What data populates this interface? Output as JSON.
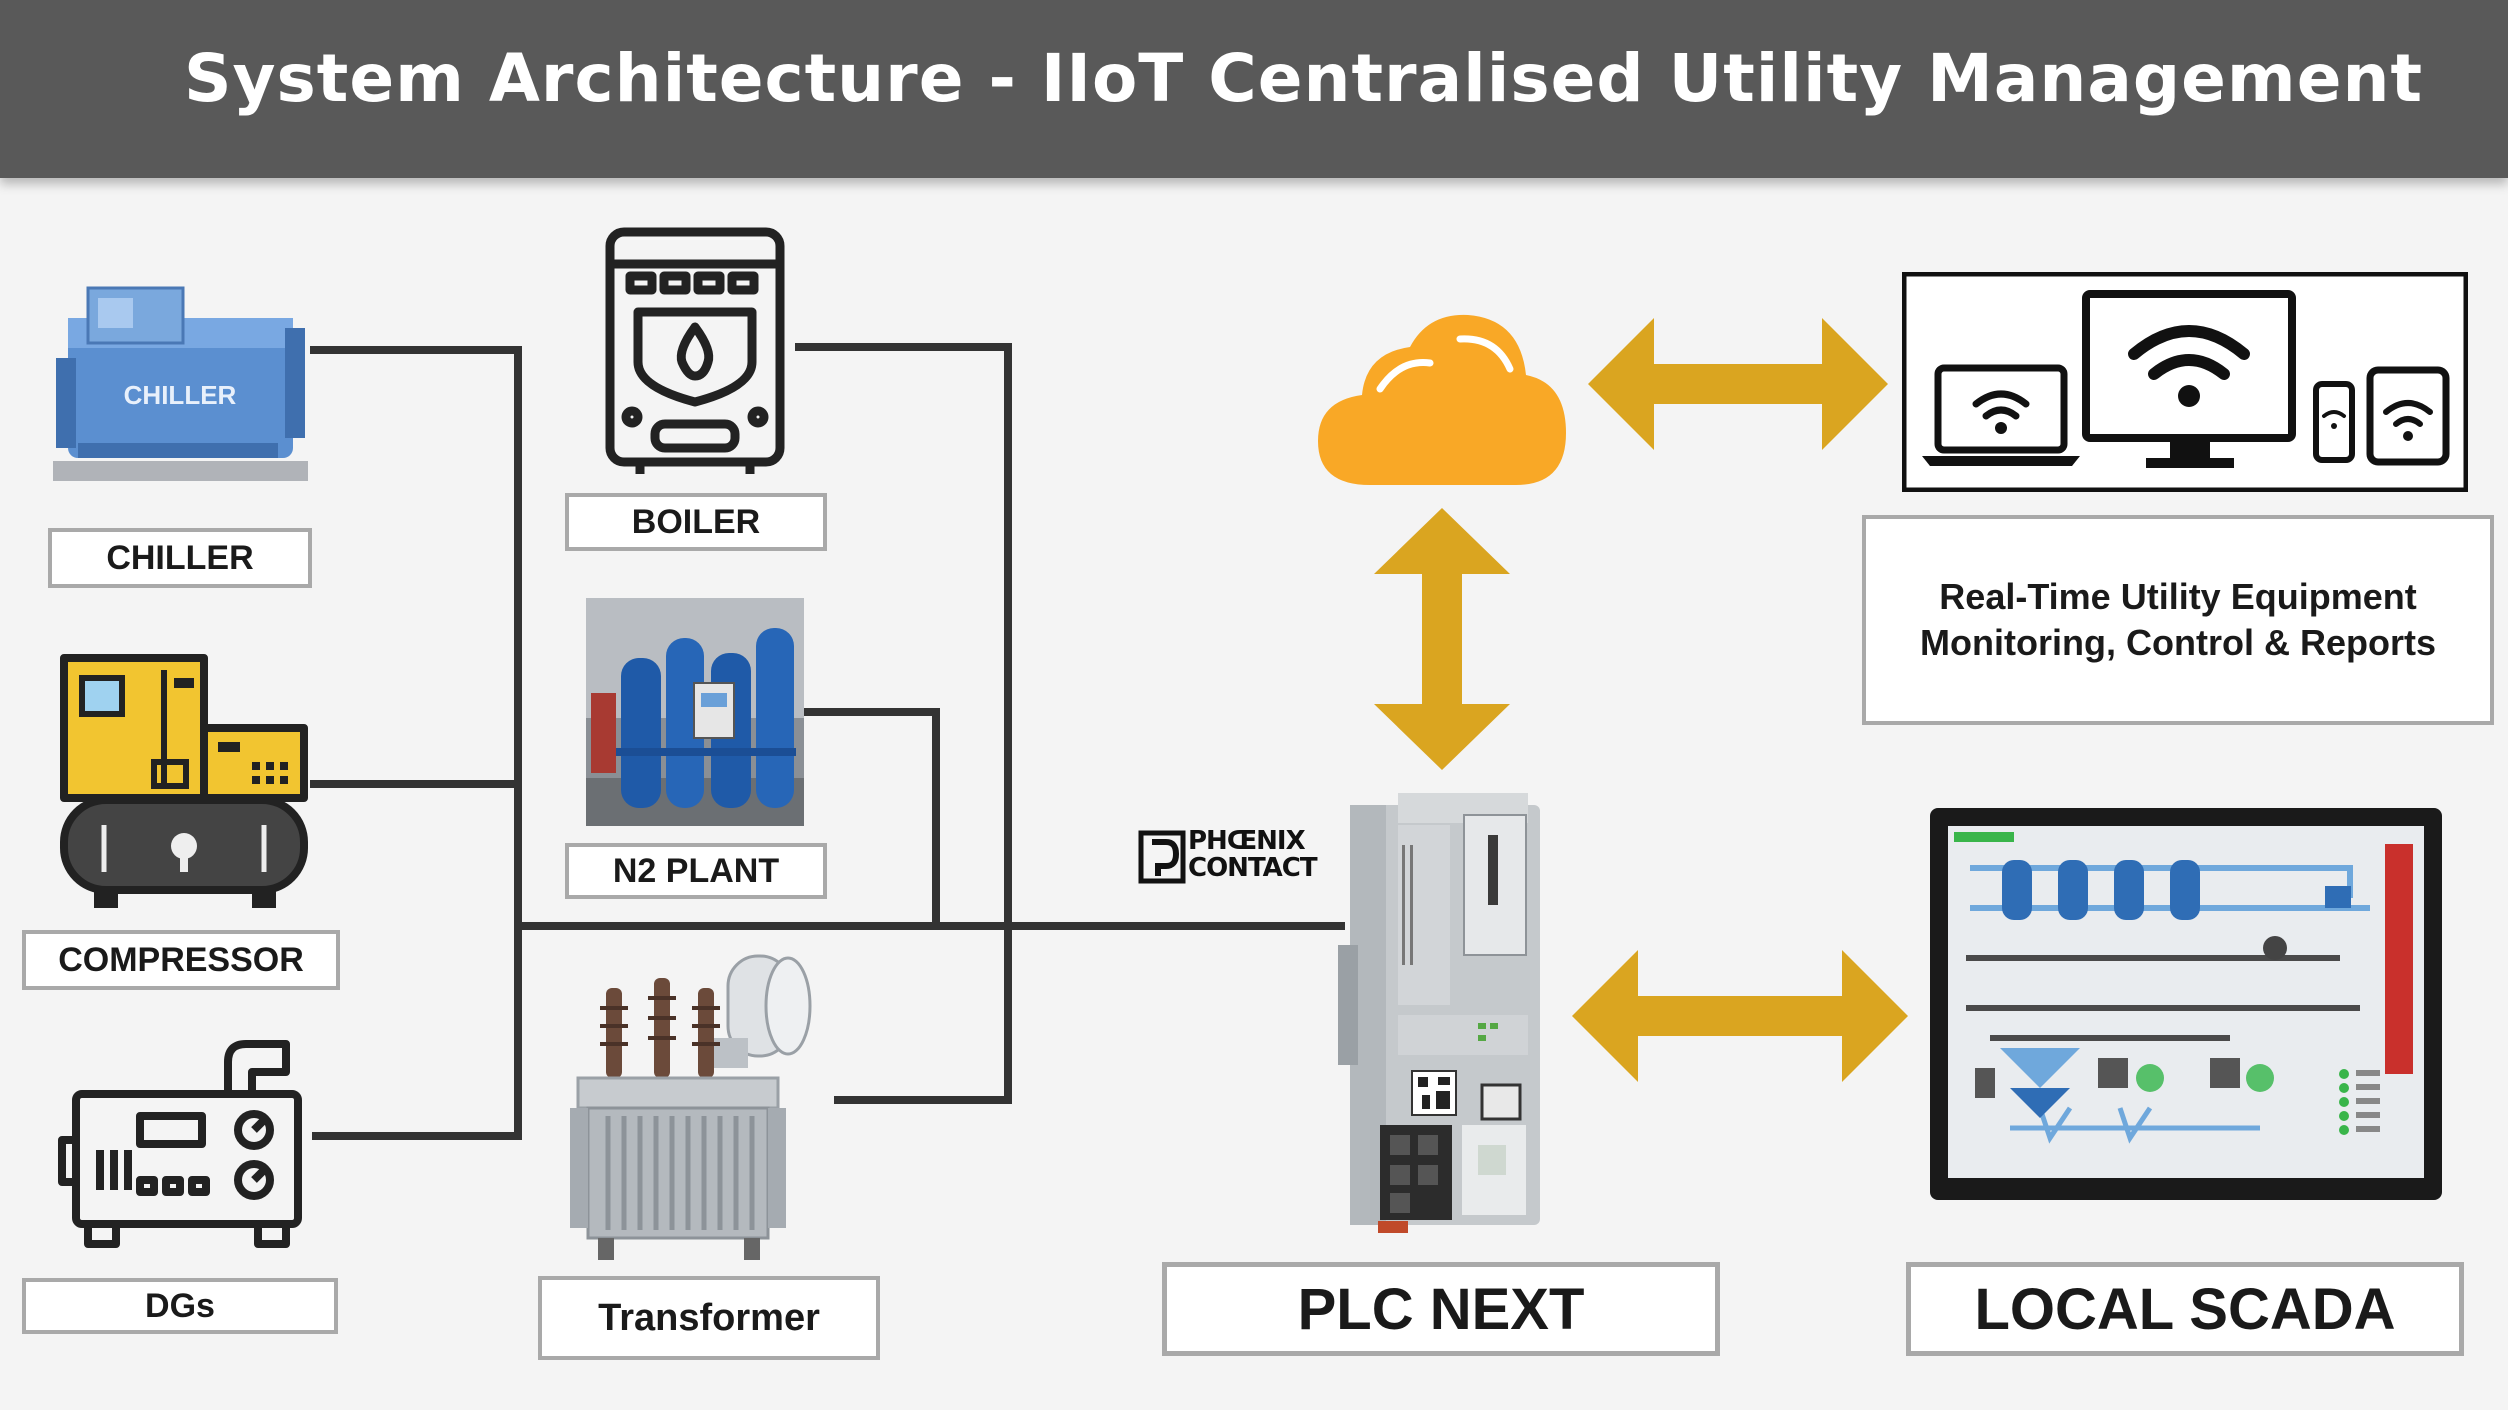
{
  "title": "System Architecture - IIoT Centralised Utility Management",
  "labels": {
    "chiller": "CHILLER",
    "chiller_badge": "CHILLER",
    "boiler": "BOILER",
    "n2_plant": "N2 PLANT",
    "compressor": "COMPRESSOR",
    "dgs": "DGs",
    "transformer": "Transformer",
    "plc_next": "PLC NEXT",
    "local_scada": "LOCAL SCADA"
  },
  "logo": {
    "line1": "PHŒNIX",
    "line2": "CONTACT"
  },
  "info": {
    "line1": "Real-Time Utility Equipment",
    "line2": "Monitoring, Control & Reports"
  },
  "colors": {
    "title_bar": "#595959",
    "arrow": "#daa520",
    "cloud": "#f9a826",
    "wire": "#333333"
  },
  "icons": [
    "chiller-icon",
    "boiler-icon",
    "n2-plant-icon",
    "compressor-icon",
    "generator-icon",
    "transformer-icon",
    "cloud-icon",
    "devices-icon",
    "plc-icon",
    "scada-screen-icon"
  ]
}
